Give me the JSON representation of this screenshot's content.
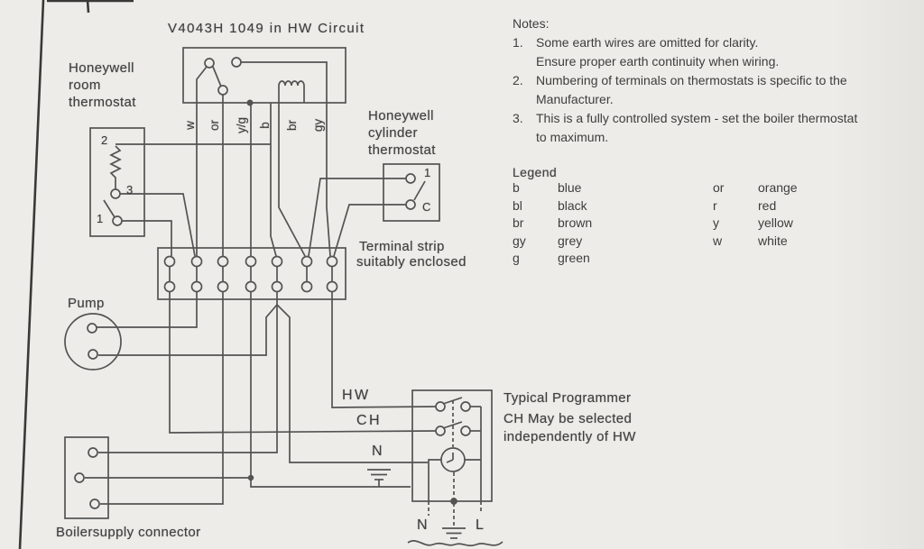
{
  "title": "V4043H 1049 in HW Circuit",
  "colors": {
    "background": "#edece8",
    "line": "#474747",
    "text": "#3f3f3f"
  },
  "components": {
    "room_thermostat": {
      "label_lines": [
        "Honeywell",
        "room",
        "thermostat"
      ],
      "terminals": [
        "2",
        "3",
        "1"
      ]
    },
    "valve": {
      "wire_labels": [
        "w",
        "or",
        "y/g",
        "b",
        "br",
        "gy"
      ]
    },
    "cylinder_thermostat": {
      "label_lines": [
        "Honeywell",
        "cylinder",
        "thermostat"
      ],
      "terminals": [
        "1",
        "C"
      ]
    },
    "terminal_strip": {
      "label_lines": [
        "Terminal strip",
        "suitably enclosed"
      ]
    },
    "pump": {
      "label": "Pump"
    },
    "boiler_connector": {
      "label": "Boilersupply connector"
    },
    "programmer": {
      "input_labels": [
        "HW",
        "CH",
        "N"
      ],
      "bottom_labels": [
        "N",
        "L"
      ],
      "description_lines": [
        "Typical Programmer",
        "CH May be selected",
        "independently of HW"
      ]
    }
  },
  "notes": {
    "heading": "Notes:",
    "items": [
      {
        "num": "1.",
        "lines": [
          "Some earth wires are omitted for clarity.",
          "Ensure proper earth continuity when wiring."
        ]
      },
      {
        "num": "2.",
        "lines": [
          "Numbering of terminals on thermostats is specific to the",
          "Manufacturer."
        ]
      },
      {
        "num": "3.",
        "lines": [
          "This is a fully controlled system - set the boiler thermostat",
          "to maximum."
        ]
      }
    ]
  },
  "legend": {
    "heading": "Legend",
    "left": [
      {
        "key": "b",
        "value": "blue"
      },
      {
        "key": "bl",
        "value": "black"
      },
      {
        "key": "br",
        "value": "brown"
      },
      {
        "key": "gy",
        "value": "grey"
      },
      {
        "key": "g",
        "value": "green"
      }
    ],
    "right": [
      {
        "key": "or",
        "value": "orange"
      },
      {
        "key": "r",
        "value": "red"
      },
      {
        "key": "y",
        "value": "yellow"
      },
      {
        "key": "w",
        "value": "white"
      }
    ]
  }
}
